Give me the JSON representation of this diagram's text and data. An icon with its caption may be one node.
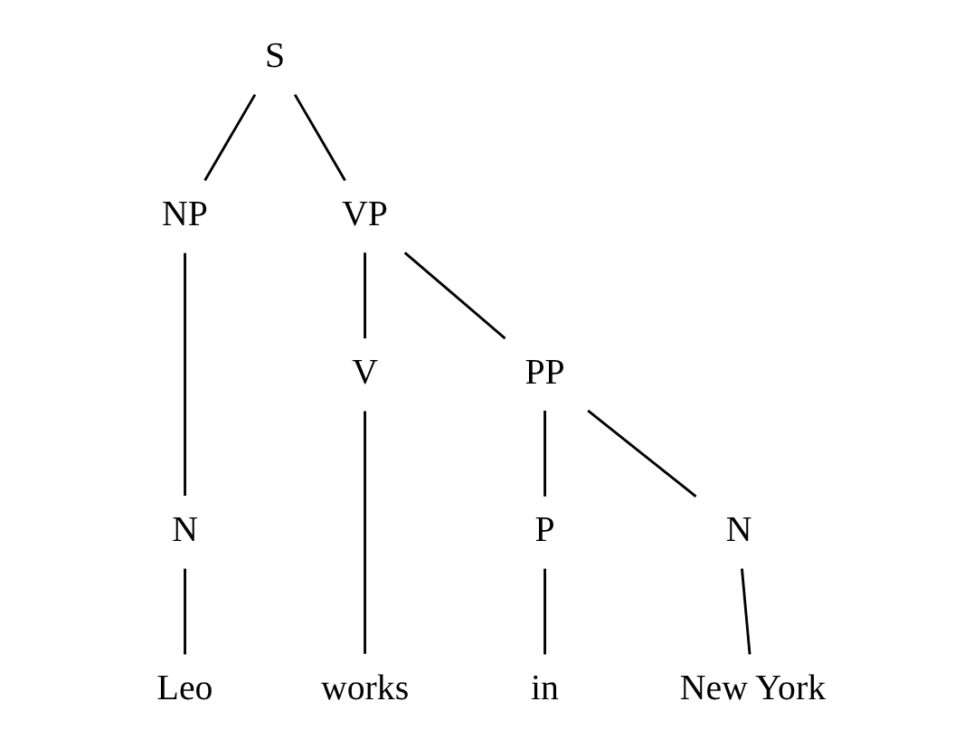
{
  "diagram": {
    "nodes": [
      {
        "text": [
          "S"
        ]
      },
      {
        "text": [
          "NP"
        ]
      },
      {
        "text": [
          "VP"
        ]
      },
      {
        "text": [
          "V"
        ]
      },
      {
        "text": [
          "PP"
        ]
      },
      {
        "text": [
          "N"
        ]
      },
      {
        "text": [
          "P"
        ]
      },
      {
        "text": [
          "N"
        ]
      },
      {
        "text": [
          "Leo"
        ]
      },
      {
        "text": [
          "works"
        ]
      },
      {
        "text": [
          "in"
        ]
      },
      {
        "text": [
          "New York"
        ]
      }
    ],
    "edges": [
      {
        "from": 0,
        "to": 1,
        "arrow": "none"
      },
      {
        "from": 0,
        "to": 2,
        "arrow": "none"
      },
      {
        "from": 1,
        "to": 5,
        "arrow": "none"
      },
      {
        "from": 2,
        "to": 3,
        "arrow": "none"
      },
      {
        "from": 2,
        "to": 4,
        "arrow": "none"
      },
      {
        "from": 4,
        "to": 6,
        "arrow": "none"
      },
      {
        "from": 4,
        "to": 7,
        "arrow": "none"
      },
      {
        "from": 5,
        "to": 8,
        "arrow": "none"
      },
      {
        "from": 3,
        "to": 9,
        "arrow": "none"
      },
      {
        "from": 6,
        "to": 10,
        "arrow": "none"
      },
      {
        "from": 7,
        "to": 11,
        "arrow": "none"
      }
    ]
  }
}
